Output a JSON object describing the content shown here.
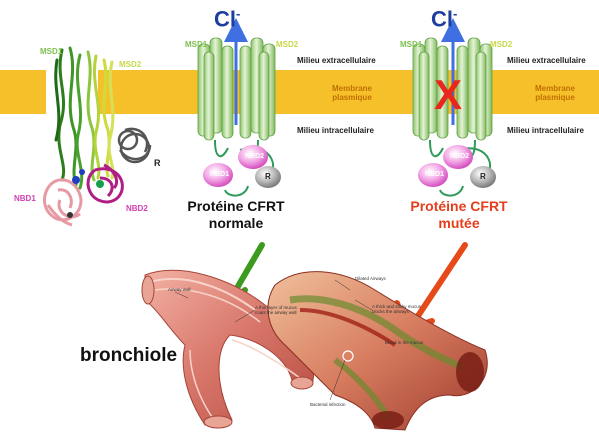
{
  "structure": {
    "msd1": "MSD1",
    "msd2": "MSD2",
    "nbd1": "NBD1",
    "nbd2": "NBD2",
    "r": "R"
  },
  "labels": {
    "chloride": "Cl",
    "chloride_charge": "-",
    "milieu_extra": "Milieu extracellulaire",
    "membrane": "Membrane plasmique",
    "milieu_intra": "Milieu intracellulaire",
    "msd1": "MSD1",
    "msd2": "MSD2",
    "nbd1": "NBD1",
    "nbd2": "NBD2",
    "r": "R",
    "blocked_mark": "X"
  },
  "captions": {
    "normal": "Protéine CFRT normale",
    "mutated": "Protéine CFRT mutée"
  },
  "bronchiole": {
    "label": "bronchiole",
    "annotations": {
      "airway_wall": "Airway wall",
      "thin_mucus": "A thin layer of mucus coats the airway wall",
      "dilated": "Dilated Airways",
      "thick_mucus": "A thick and sticky mucus blocks the airways",
      "blood": "Blood in the mucus",
      "infection": "Bacterial infection"
    }
  },
  "colors": {
    "membrane": "#f6c02b",
    "helix": "#b9dba0",
    "arrow_green": "#3c9a1e",
    "arrow_red": "#e64a19",
    "caption_red": "#e53e1d",
    "cl_blue": "#1f3f9f",
    "x_red": "#e8281f"
  }
}
